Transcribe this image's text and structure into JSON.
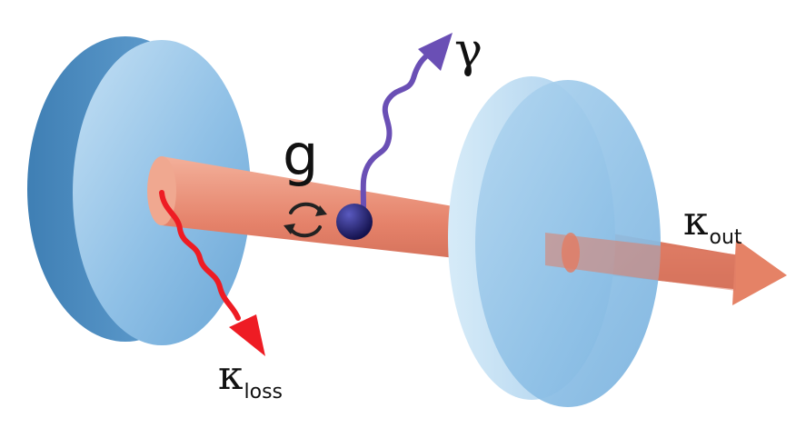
{
  "labels": {
    "g": "g",
    "gamma": "γ",
    "kappa_out": {
      "symbol": "κ",
      "subscript": "out"
    },
    "kappa_loss": {
      "symbol": "κ",
      "subscript": "loss"
    }
  },
  "colors": {
    "mirror_face": "#9cc8e8",
    "mirror_edge": "#5c9ccc",
    "beam": "#e8846a",
    "atom": "#1c1a6e",
    "gamma_arrow": "#6a4fb5",
    "loss_arrow": "#ee1c24",
    "coupling_arrows": "#222222"
  }
}
